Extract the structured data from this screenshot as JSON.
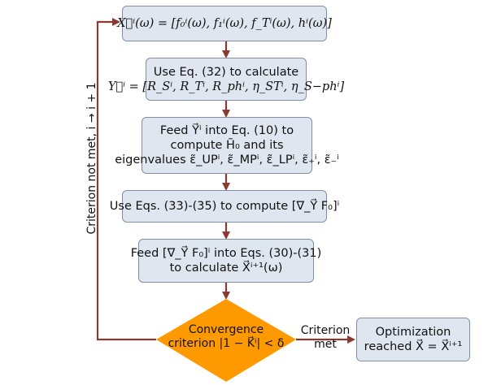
{
  "nodes": {
    "x_vector": {
      "line1": "X⃗ⁱ(ω) = [f₀ⁱ(ω), f₁ⁱ(ω), f_Tⁱ(ω), hⁱ(ω)]"
    },
    "eq32": {
      "line1": "Use Eq. (32) to calculate",
      "line2": "Y⃗ⁱ = [R_Sⁱ, R_Tⁱ, R_phⁱ, η_STⁱ, η_S−phⁱ]"
    },
    "eq10": {
      "line1": "Feed Y⃗ⁱ into Eq. (10) to",
      "line2": "compute H̃₀ and its",
      "line3": "eigenvalues ε̃_UPⁱ, ε̃_MPⁱ, ε̃_LPⁱ, ε̃₊ⁱ, ε̃₋ⁱ"
    },
    "eq33": {
      "line1": "Use Eqs. (33)-(35) to compute [∇_Y⃗ F₀]ⁱ"
    },
    "eq30": {
      "line1": "Feed [∇_Y⃗ F₀]ⁱ into Eqs. (30)-(31)",
      "line2": "to calculate X⃗ⁱ⁺¹(ω)"
    },
    "convergence": {
      "line1": "Convergence",
      "line2": "criterion |1 − K⃗ⁱ| < δ"
    },
    "result": {
      "line1": "Optimization",
      "line2": "reached X⃗ = X⃗ⁱ⁺¹"
    }
  },
  "edge_labels": {
    "not_met": "Criterion not met, i → i + 1",
    "met_line1": "Criterion",
    "met_line2": "met"
  },
  "colors": {
    "box_fill": "#dfe6ef",
    "box_border": "#7f8fa6",
    "diamond_fill": "#ff9900",
    "arrow": "#8b3a32"
  }
}
